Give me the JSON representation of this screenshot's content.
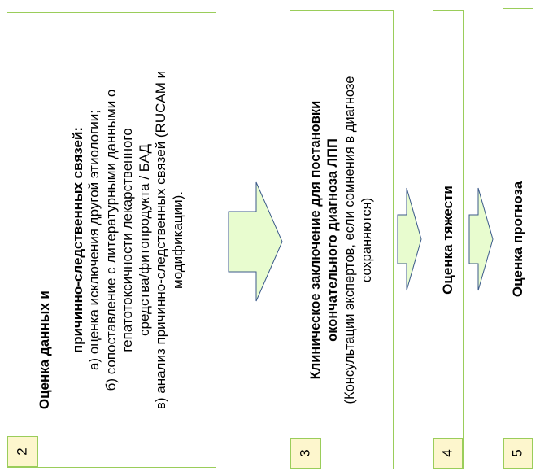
{
  "colors": {
    "border": "#9acd5a",
    "number_fill": "#fdf6cd",
    "arrow_fill": "#e8fccf",
    "arrow_stroke": "#3b5a8a"
  },
  "steps": [
    {
      "number": "2",
      "title_line1": "Оценка данных и",
      "title_line2": "причинно-следственных связей:",
      "items": [
        "а) оценка исключения другой этиологии;",
        "б) сопоставление с литературными данными о",
        "гепатотоксичности лекарственного",
        "средства/фитопродукта / БАД",
        "в) анализ причинно-следственных связей (RUCAM и",
        "модификации)."
      ]
    },
    {
      "number": "3",
      "title_line1": "Клиническое заключение для постановки",
      "title_line2": "окончательного диагноза ЛПП",
      "note_line1": "(Консультации экспертов, если сомнения в диагнозе",
      "note_line2": "сохраняются)"
    },
    {
      "number": "4",
      "title": "Оценка тяжести"
    },
    {
      "number": "5",
      "title": "Оценка прогноза"
    }
  ]
}
